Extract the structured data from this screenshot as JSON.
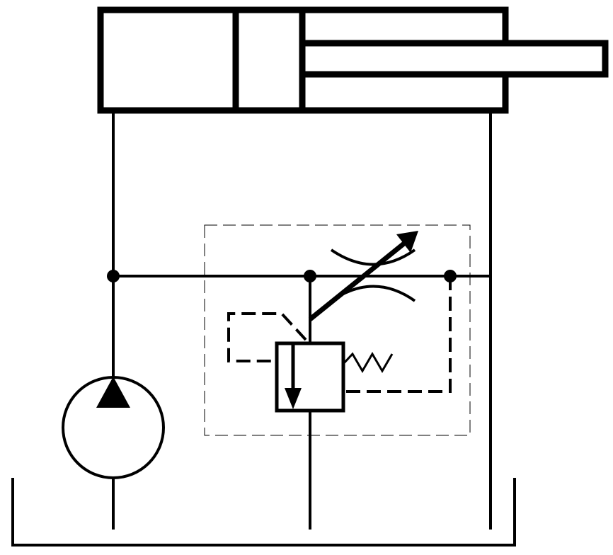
{
  "diagram": {
    "type": "hydraulic-schematic",
    "components": [
      {
        "id": "cylinder",
        "kind": "double-acting-cylinder-with-piston-rod"
      },
      {
        "id": "pump",
        "kind": "fixed-displacement-pump"
      },
      {
        "id": "tank",
        "kind": "reservoir"
      },
      {
        "id": "flow-control-valve",
        "kind": "pressure-compensated-variable-flow-control-valve"
      },
      {
        "id": "variable-throttle",
        "kind": "adjustable-restrictor"
      },
      {
        "id": "compensator-valve",
        "kind": "pressure-compensator-with-spring"
      }
    ],
    "colors": {
      "line": "#000000",
      "background": "#ffffff"
    }
  }
}
